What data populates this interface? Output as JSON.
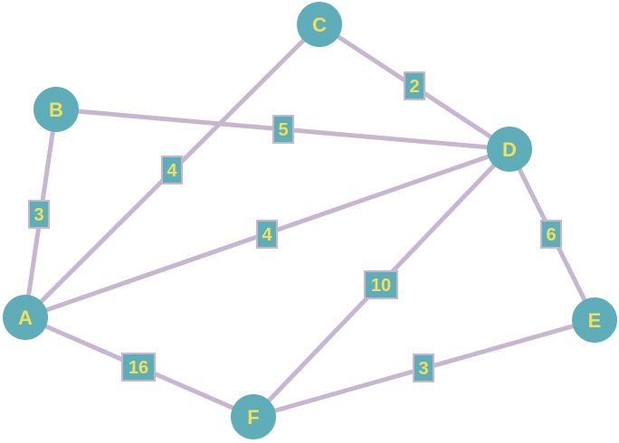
{
  "graph": {
    "nodes": [
      {
        "id": "A",
        "label": "A"
      },
      {
        "id": "B",
        "label": "B"
      },
      {
        "id": "C",
        "label": "C"
      },
      {
        "id": "D",
        "label": "D"
      },
      {
        "id": "E",
        "label": "E"
      },
      {
        "id": "F",
        "label": "F"
      }
    ],
    "edges": [
      {
        "from": "A",
        "to": "B",
        "weight": "3"
      },
      {
        "from": "A",
        "to": "C",
        "weight": "4"
      },
      {
        "from": "A",
        "to": "D",
        "weight": "4"
      },
      {
        "from": "A",
        "to": "F",
        "weight": "16"
      },
      {
        "from": "B",
        "to": "D",
        "weight": "5"
      },
      {
        "from": "C",
        "to": "D",
        "weight": "2"
      },
      {
        "from": "D",
        "to": "E",
        "weight": "6"
      },
      {
        "from": "D",
        "to": "F",
        "weight": "10"
      },
      {
        "from": "E",
        "to": "F",
        "weight": "3"
      }
    ]
  },
  "colors": {
    "node_fill": "#5fadb9",
    "edge_stroke": "#c7b6cf",
    "label_text": "#f1e05a"
  }
}
